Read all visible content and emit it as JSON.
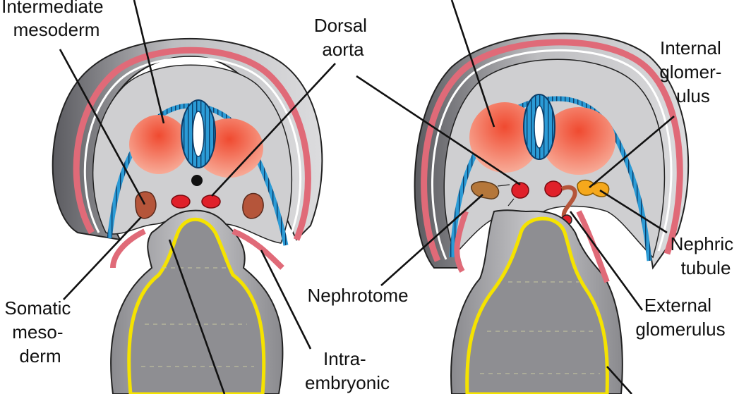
{
  "labels": {
    "intermediate_mesoderm": [
      "Intermediate",
      "mesoderm"
    ],
    "dorsal_aorta": [
      "Dorsal",
      "aorta"
    ],
    "somatic_mesoderm": [
      "Somatic",
      "meso-",
      "derm"
    ],
    "intraembryonic": [
      "Intra-",
      "embryonic"
    ],
    "nephrotome": [
      "Nephrotome"
    ],
    "internal_glomerulus": [
      "Internal",
      "glomer-",
      "ulus"
    ],
    "nephric_tubule": [
      "Nephric",
      "tubule"
    ],
    "external_glomerulus": [
      "External",
      "glomerulus"
    ]
  },
  "colors": {
    "body_gray": "#cfcfd1",
    "dark_gray": "#6e6e72",
    "pink_ectoderm": "#e06a78",
    "blue_neural": "#2b9bd6",
    "orange_somite": "#f07a55",
    "brown_mesoderm": "#b5553a",
    "red_aorta": "#e0202a",
    "yellow_gut": "#f5e300",
    "gold_glomerulus": "#f5a81c"
  }
}
